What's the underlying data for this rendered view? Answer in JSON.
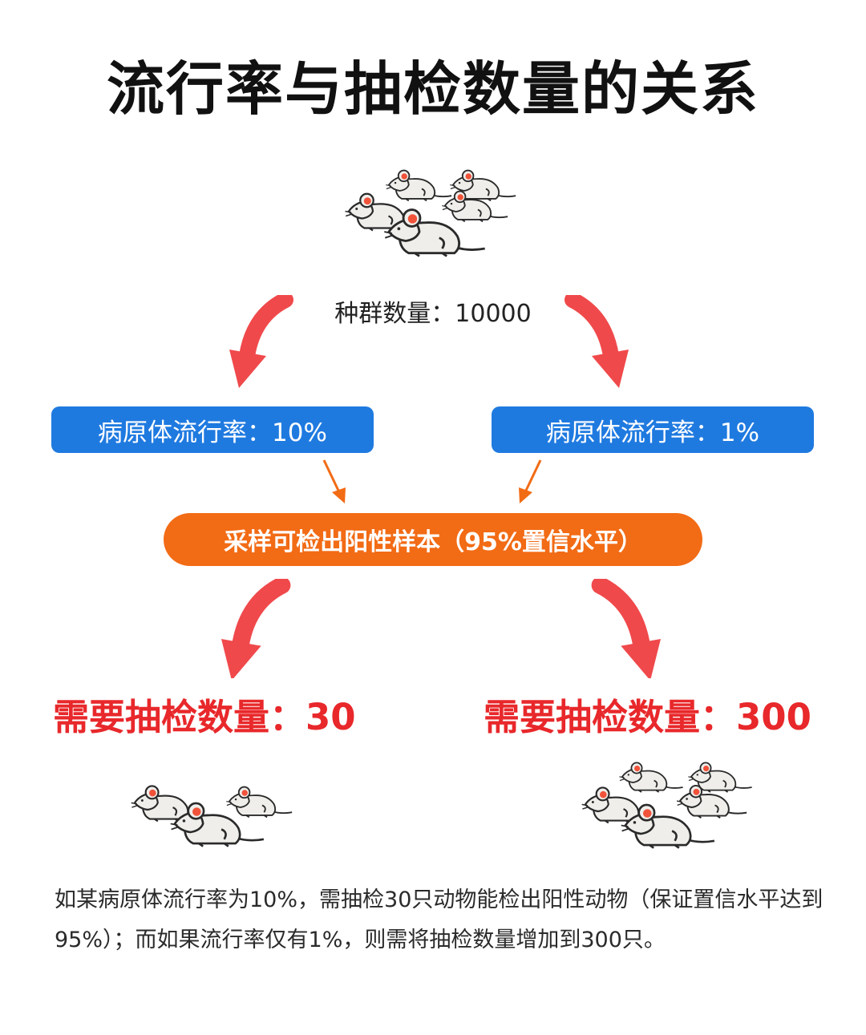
{
  "title": "流行率与抽检数量的关系",
  "population_label": "种群数量：10000",
  "prevalence_left": "病原体流行率：10%",
  "prevalence_right": "病原体流行率：1%",
  "sampling_note": "采样可检出阳性样本（95%置信水平）",
  "result_left": "需要抽检数量：30",
  "result_right": "需要抽检数量：300",
  "caption": "如某病原体流行率为10%，需抽检30只动物能检出阳性动物（保证置信水平达到95%）；而如果流行率仅有1%，则需将抽检数量增加到300只。",
  "icons": {
    "population": "mice-group-icon",
    "sample_small": "mice-group-small-icon",
    "sample_large": "mice-group-large-icon",
    "curved_arrow": "curved-arrow-icon",
    "thin_arrow": "thin-arrow-icon"
  },
  "colors": {
    "blue": "#1f7ae0",
    "orange": "#f26b15",
    "red": "#e8282b",
    "arrow_red": "#f0494b",
    "mouse_body": "#efeeeb",
    "mouse_ear": "#f0533a"
  }
}
